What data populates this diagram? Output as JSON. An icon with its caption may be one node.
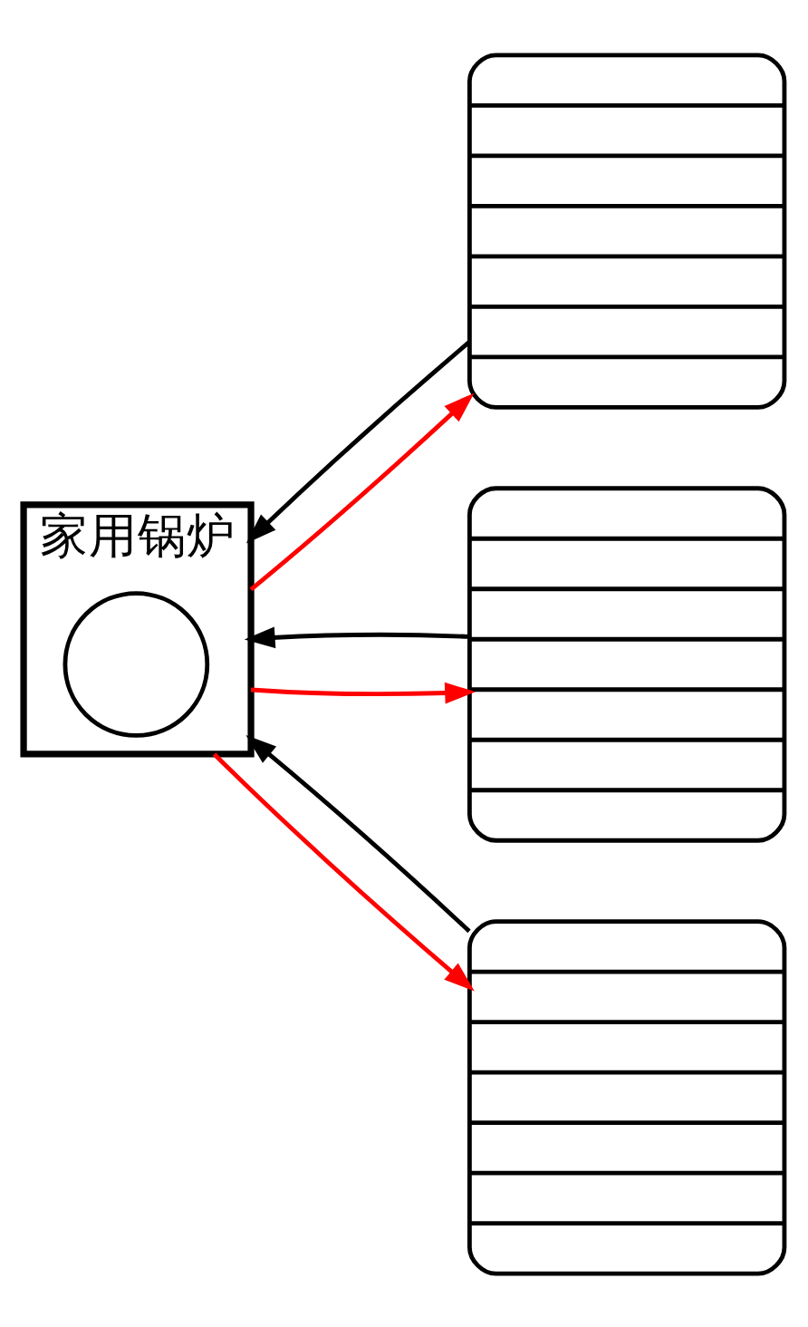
{
  "diagram": {
    "nodes": [
      {
        "text": [
          "家用锅炉"
        ]
      },
      {
        "text": [],
        "shape": "circle",
        "in": 0
      },
      {
        "text": [],
        "shape": "radiator"
      },
      {
        "text": [],
        "shape": "radiator"
      },
      {
        "text": [],
        "shape": "radiator"
      }
    ],
    "edges": [
      {
        "from": 0,
        "to": 2,
        "arrow": "to",
        "color": "#ff0000"
      },
      {
        "from": 0,
        "to": 3,
        "arrow": "to",
        "color": "#ff0000"
      },
      {
        "from": 0,
        "to": 4,
        "arrow": "to",
        "color": "#ff0000"
      },
      {
        "from": 2,
        "to": 0,
        "arrow": "to",
        "color": "#000000"
      },
      {
        "from": 3,
        "to": 0,
        "arrow": "to",
        "color": "#000000"
      },
      {
        "from": 4,
        "to": 0,
        "arrow": "to",
        "color": "#000000"
      }
    ]
  }
}
